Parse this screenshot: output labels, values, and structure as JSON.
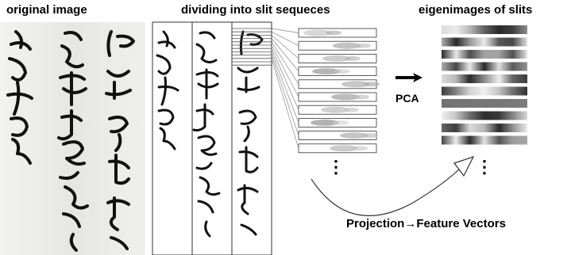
{
  "labels": {
    "original_image": "original image",
    "dividing": "dividing into slit sequeces",
    "eigenimages": "eigenimages of slits",
    "pca": "PCA",
    "projection": "Projection",
    "feature_vectors": "Feature Vectors"
  },
  "icons": {
    "pca_arrow": "right-arrow-icon",
    "projection_arrow": "right-arrow-icon",
    "curved_arrow": "curved-arrow-icon"
  },
  "counts": {
    "slit_sequence_boxes": 10,
    "eigenimage_strips": 10
  },
  "colors": {
    "ink": "#111111",
    "paper": "#e8e8e6",
    "line": "#666666"
  }
}
